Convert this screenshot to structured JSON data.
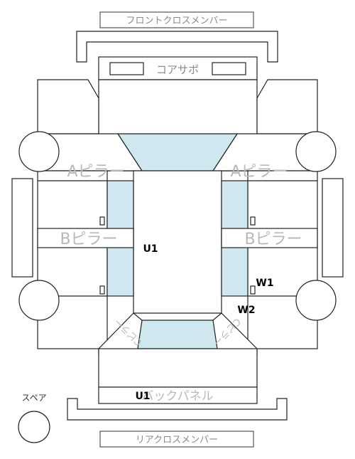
{
  "labels": {
    "front_cross_member": "フロントクロスメンバー",
    "core_support": "コアサポ",
    "a_pillar_left": "Aピラー",
    "a_pillar_right": "Aピラー",
    "b_pillar_left": "Bピラー",
    "b_pillar_right": "Bピラー",
    "c_pillar_left": "Cピラー",
    "c_pillar_right": "Cピラー",
    "back_panel": "バックパネル",
    "rear_cross_member": "リアクロスメンバー",
    "spare": "スペア"
  },
  "marks": {
    "u1_roof": "U1",
    "w1": "W1",
    "w2": "W2",
    "u1_back_panel": "U1"
  },
  "colors": {
    "glass": "#cfe7ee",
    "outline": "#222222",
    "label_gray": "#8a8a8a"
  }
}
